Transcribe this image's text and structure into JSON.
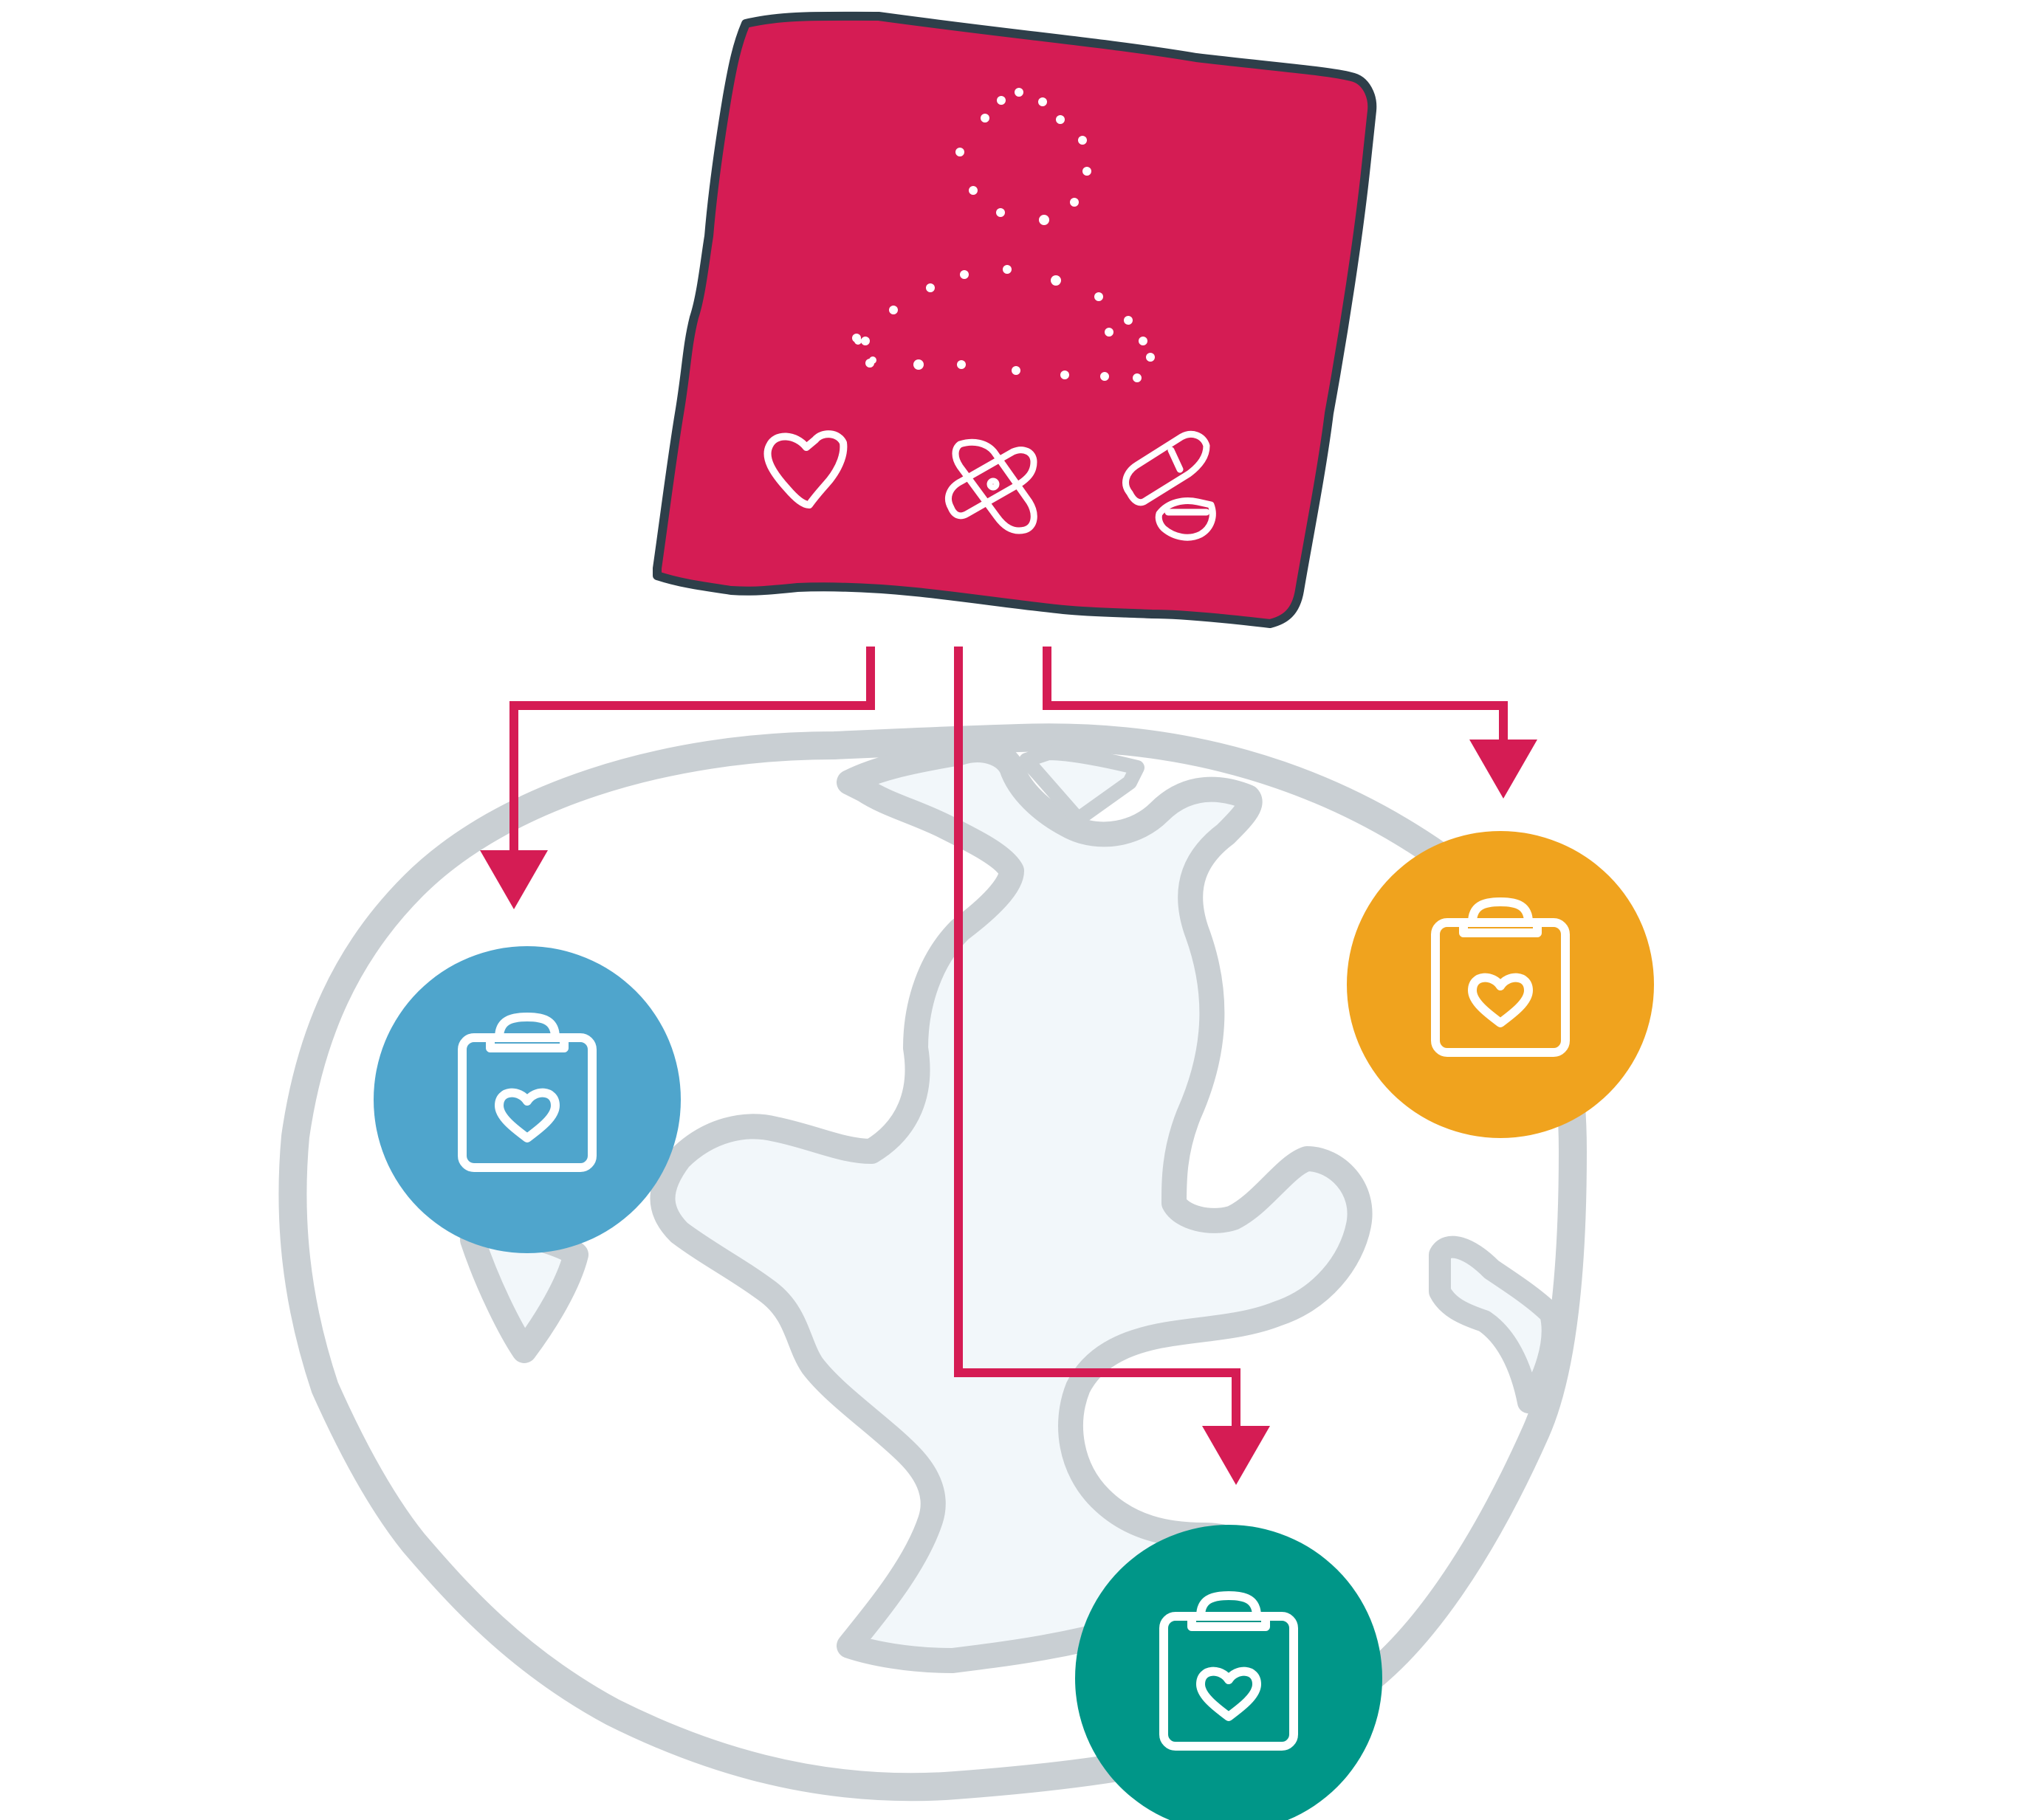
{
  "diagram": {
    "kind": "distribution-flow",
    "source": {
      "icons": [
        "person-icon",
        "heart-icon",
        "bandage-icon",
        "pill-icon"
      ]
    },
    "targets": [
      {
        "id": "blue",
        "icon": "clipboard-heart-icon",
        "color": "#4fa5cc"
      },
      {
        "id": "orange",
        "icon": "clipboard-heart-icon",
        "color": "#f0a31e"
      },
      {
        "id": "teal",
        "icon": "clipboard-heart-icon",
        "color": "#009688"
      }
    ],
    "colors": {
      "source_card": "#d51c54",
      "card_outline": "#2e3f4a",
      "arrow": "#d51c54",
      "globe_outline": "#c9cfd3",
      "globe_fill": "#f2f7fa",
      "icon_stroke": "#ffffff"
    }
  }
}
